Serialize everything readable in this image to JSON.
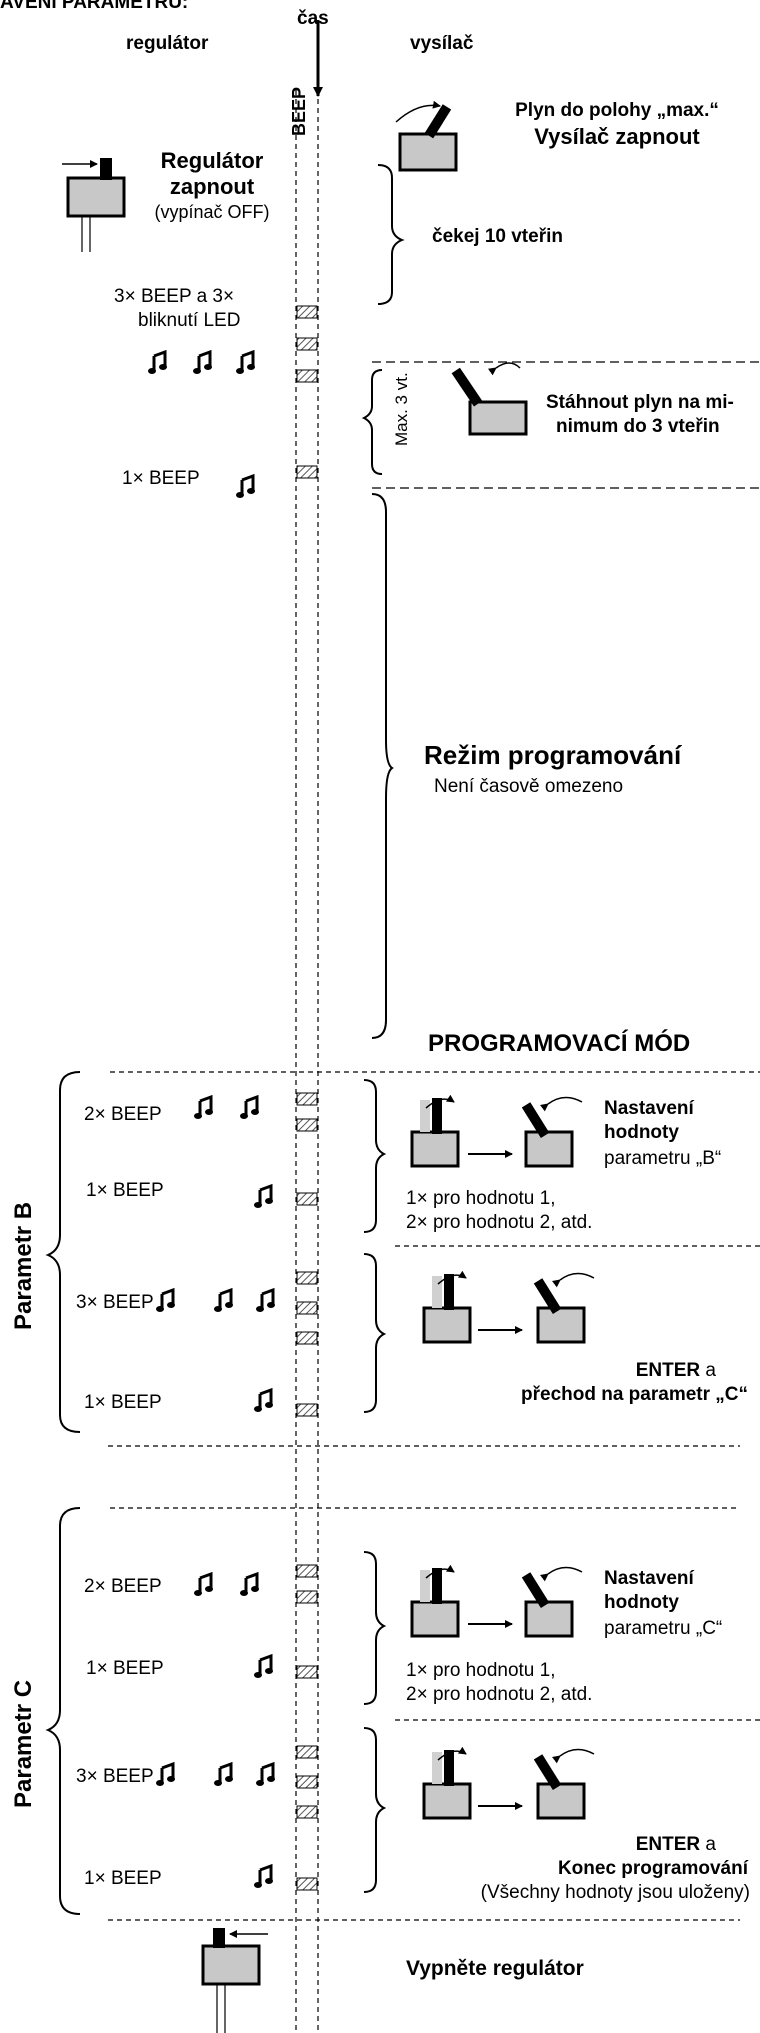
{
  "header": {
    "title_fragment": "AVENÍ PARAMETRŮ:",
    "time_label": "čas",
    "col_regulator": "regulátor",
    "col_transmitter": "vysílač",
    "beep_axis": "BEEP"
  },
  "startup": {
    "transmitter_line1": "Plyn do polohy „max.“",
    "transmitter_line2": "Vysílač zapnout",
    "regulator_line1": "Regulátor",
    "regulator_line2": "zapnout",
    "regulator_line3": "(vypínač OFF)",
    "wait": "čekej  10 vteřin",
    "beep3_line1": "3× BEEP a  3×",
    "beep3_line2": "bliknutí LED",
    "max3": "Max. 3 vt.",
    "throttle_min_line1": "Stáhnout plyn na mi-",
    "throttle_min_line2": "nimum do 3 vteřin",
    "beep1": "1× BEEP"
  },
  "programming": {
    "mode_title": "Režim programování",
    "no_limit": "Není časově omezeno",
    "mode_header": "PROGRAMOVACÍ MÓD"
  },
  "param_b": {
    "label": "Parametr  B",
    "beep2": "2× BEEP",
    "beep1a": "1× BEEP",
    "set_line1": "Nastavení",
    "set_line2": "hodnoty",
    "set_line3": "parametru „B“",
    "val_line1": "1× pro hodnotu 1,",
    "val_line2": "2× pro hodnotu 2, atd.",
    "beep3": "3× BEEP",
    "beep1b": "1× BEEP",
    "enter": "ENTER",
    "enter_a": "a",
    "next": "přechod na parametr „C“"
  },
  "param_c": {
    "label": "Parametr  C",
    "beep2": "2× BEEP",
    "beep1a": "1× BEEP",
    "set_line1": "Nastavení",
    "set_line2": "hodnoty",
    "set_line3": "parametru „C“",
    "val_line1": "1× pro hodnotu 1,",
    "val_line2": "2× pro hodnotu 2, atd.",
    "beep3": "3× BEEP",
    "beep1b": "1× BEEP",
    "enter": "ENTER",
    "enter_a": "a",
    "end": "Konec programování",
    "saved": "(Všechny hodnoty jsou uloženy)"
  },
  "footer": {
    "turn_off": "Vypněte regulátor"
  },
  "icons": {
    "note": "music-note-icon",
    "beep_block": "hatched-block-icon",
    "transmitter": "transmitter-stick-icon",
    "regulator": "regulator-switch-icon"
  }
}
